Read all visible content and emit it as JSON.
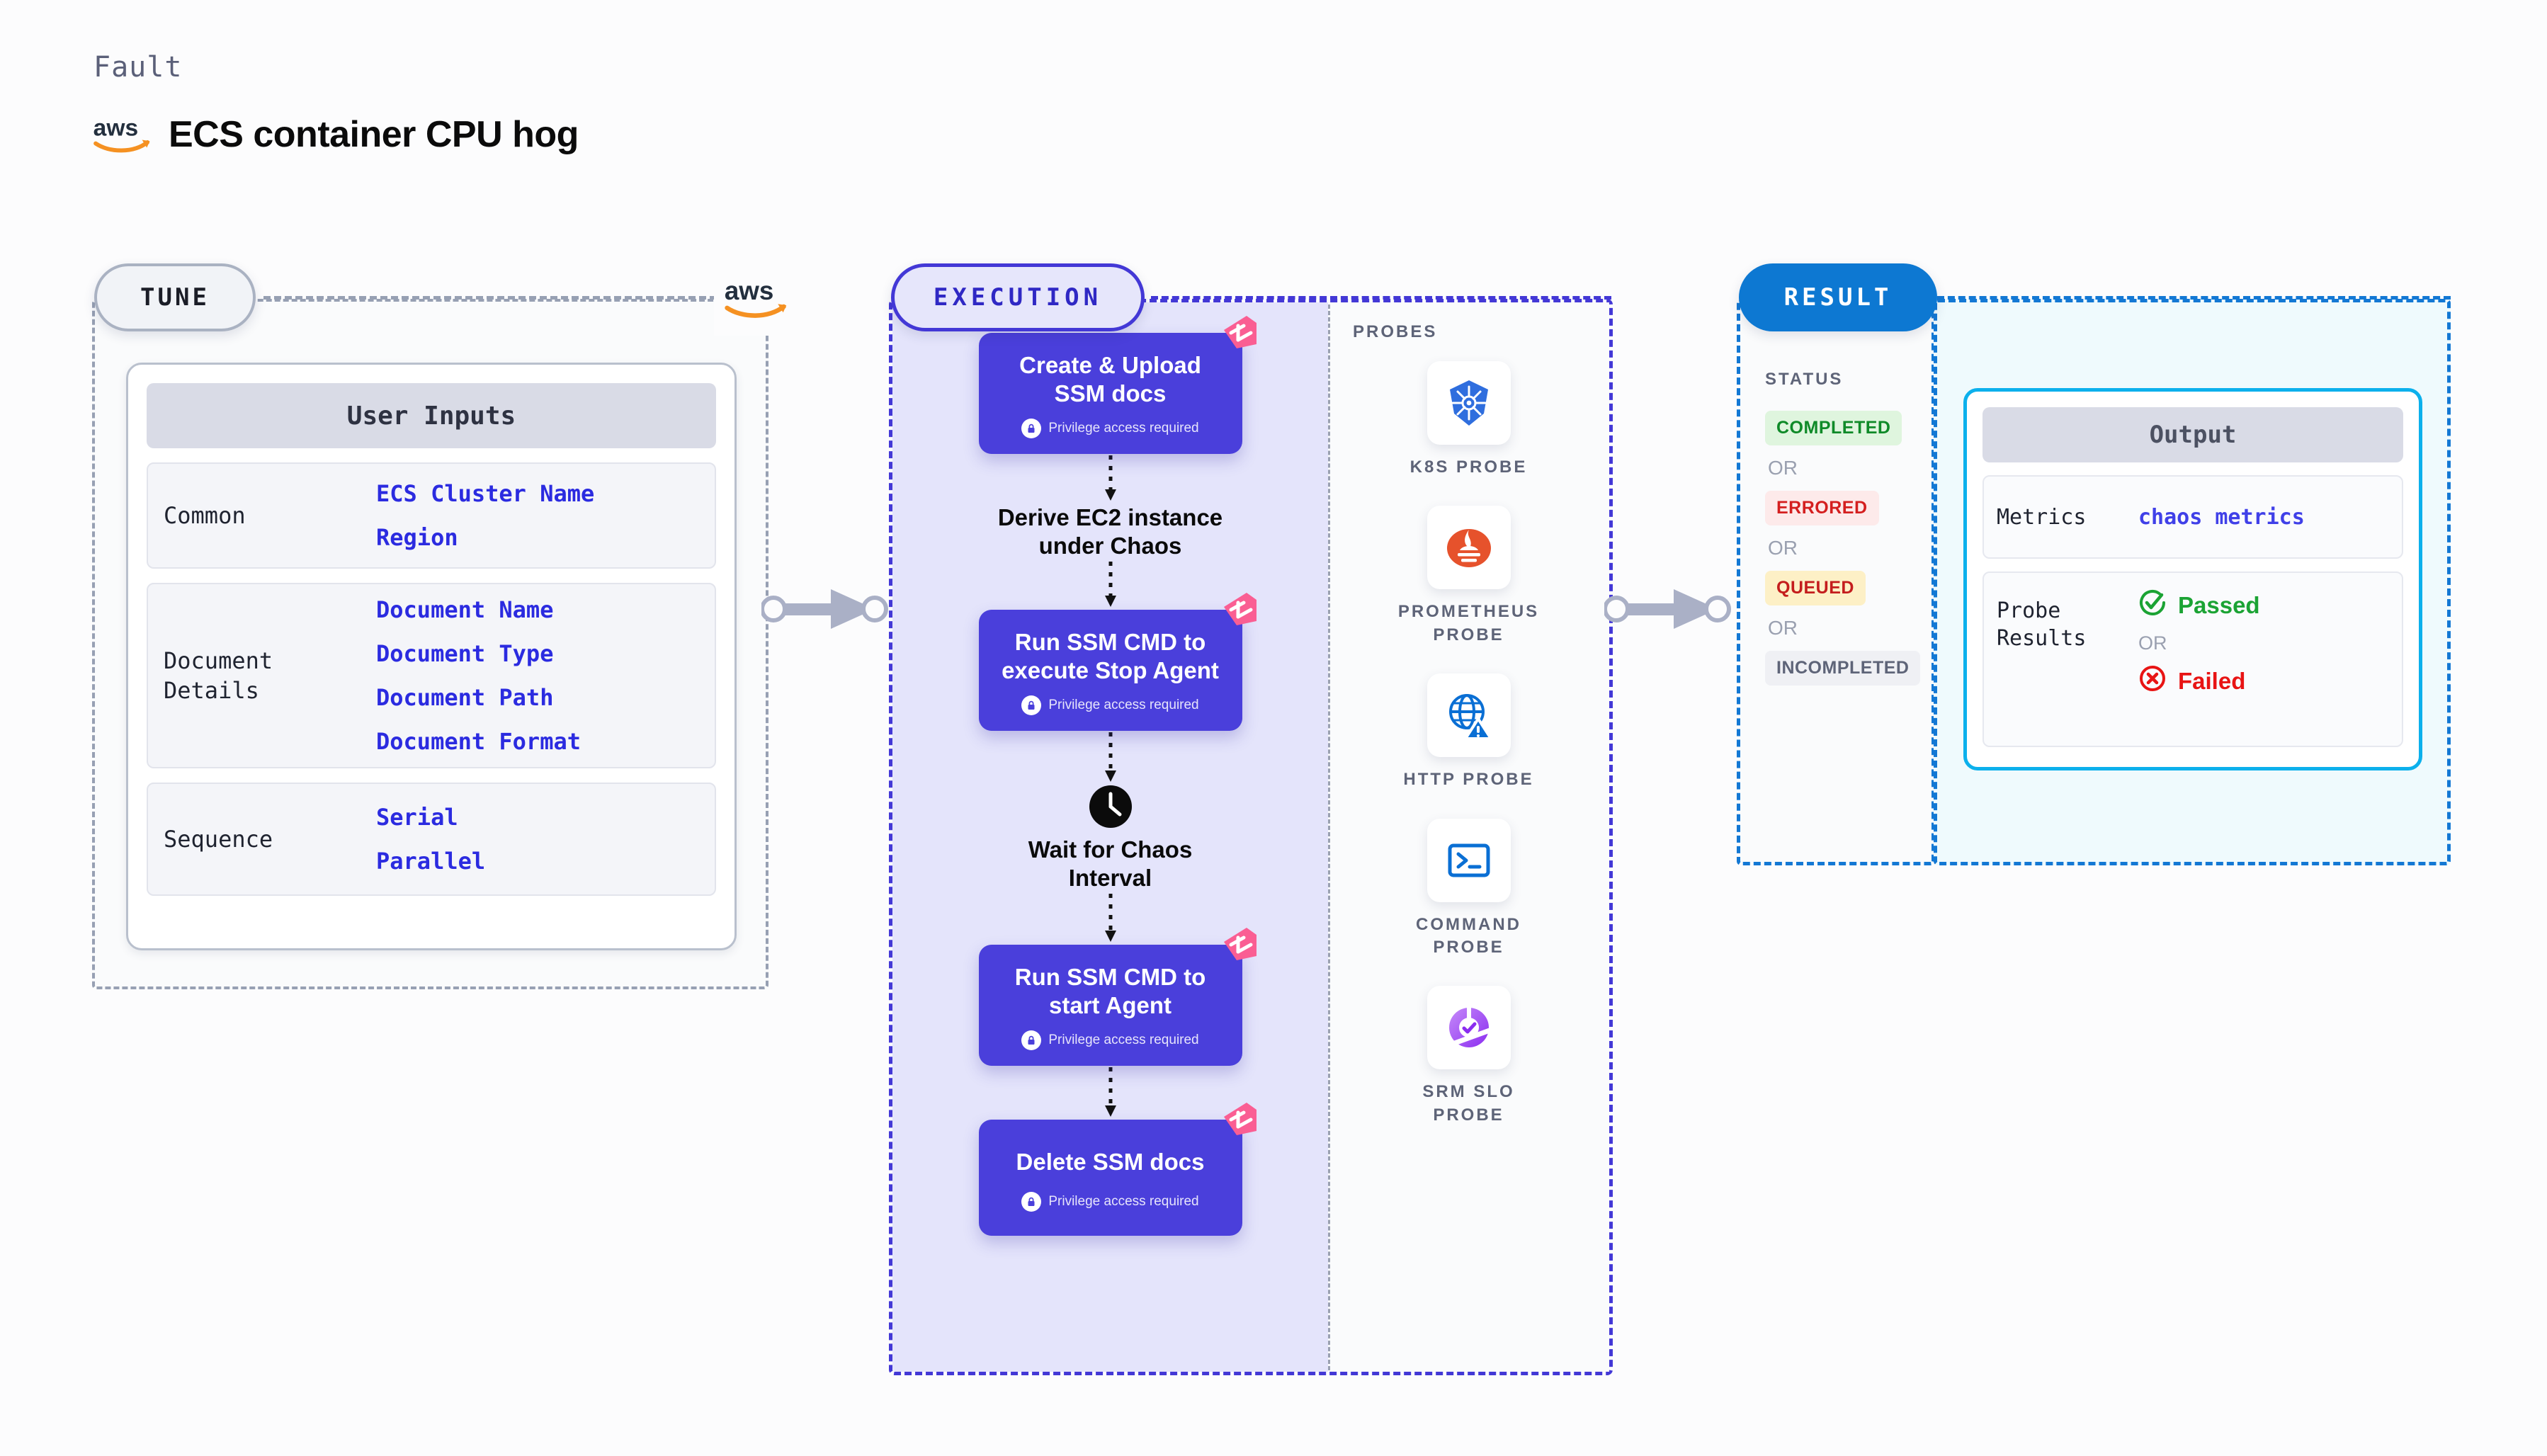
{
  "header": {
    "eyebrow": "Fault",
    "title": "ECS container CPU hog",
    "logo_icon": "aws-logo-icon"
  },
  "tune": {
    "pill_label": "TUNE",
    "corner_logo_icon": "aws-logo-icon",
    "card_title": "User Inputs",
    "sections": [
      {
        "label": "Common",
        "values": [
          "ECS Cluster Name",
          "Region"
        ]
      },
      {
        "label": "Document\nDetails",
        "values": [
          "Document Name",
          "Document Type",
          "Document Path",
          "Document Format"
        ]
      },
      {
        "label": "Sequence",
        "values": [
          "Serial",
          "Parallel"
        ]
      }
    ]
  },
  "execution": {
    "pill_label": "EXECUTION",
    "privilege_text": "Privilege access required",
    "steps": [
      {
        "type": "node",
        "title": "Create & Upload\nSSM docs",
        "privileged": true
      },
      {
        "type": "plain",
        "title": "Derive EC2 instance\nunder Chaos",
        "icon": ""
      },
      {
        "type": "node",
        "title": "Run SSM CMD to\nexecute Stop Agent",
        "privileged": true
      },
      {
        "type": "plain",
        "title": "Wait for Chaos\nInterval",
        "icon": "clock-icon"
      },
      {
        "type": "node",
        "title": "Run SSM CMD to\nstart Agent",
        "privileged": true
      },
      {
        "type": "node",
        "title": "Delete SSM docs",
        "privileged": true
      }
    ]
  },
  "probes": {
    "label": "PROBES",
    "items": [
      {
        "name": "K8S PROBE",
        "icon": "kubernetes-icon"
      },
      {
        "name": "PROMETHEUS\nPROBE",
        "icon": "prometheus-icon"
      },
      {
        "name": "HTTP PROBE",
        "icon": "http-globe-icon"
      },
      {
        "name": "COMMAND\nPROBE",
        "icon": "terminal-icon"
      },
      {
        "name": "SRM SLO\nPROBE",
        "icon": "srm-slo-icon"
      }
    ]
  },
  "result": {
    "pill_label": "RESULT",
    "status_label": "STATUS",
    "or_text": "OR",
    "statuses": [
      {
        "text": "COMPLETED",
        "color": "#0f8a28",
        "bg": "#dff5de"
      },
      {
        "text": "ERRORED",
        "color": "#d41f1f",
        "bg": "#fdeaea"
      },
      {
        "text": "QUEUED",
        "color": "#c41d1d",
        "bg": "#fdf0c6"
      },
      {
        "text": "INCOMPLETED",
        "color": "#5e6478",
        "bg": "#eff0f4"
      }
    ],
    "output": {
      "title": "Output",
      "metrics_label": "Metrics",
      "metrics_value": "chaos metrics",
      "probe_results_label": "Probe\nResults",
      "passed_text": "Passed",
      "failed_text": "Failed",
      "or_text": "OR",
      "passed_color": "#1ba334",
      "failed_color": "#e81414"
    }
  },
  "connectors": {
    "tune_to_exec": "arrow-right-icon",
    "exec_to_result": "arrow-right-icon"
  },
  "colors": {
    "accent_purple": "#4a3fdb",
    "accent_blue": "#0d78d2",
    "aws_orange": "#f59122",
    "harness_pink": "#fa5e93"
  }
}
